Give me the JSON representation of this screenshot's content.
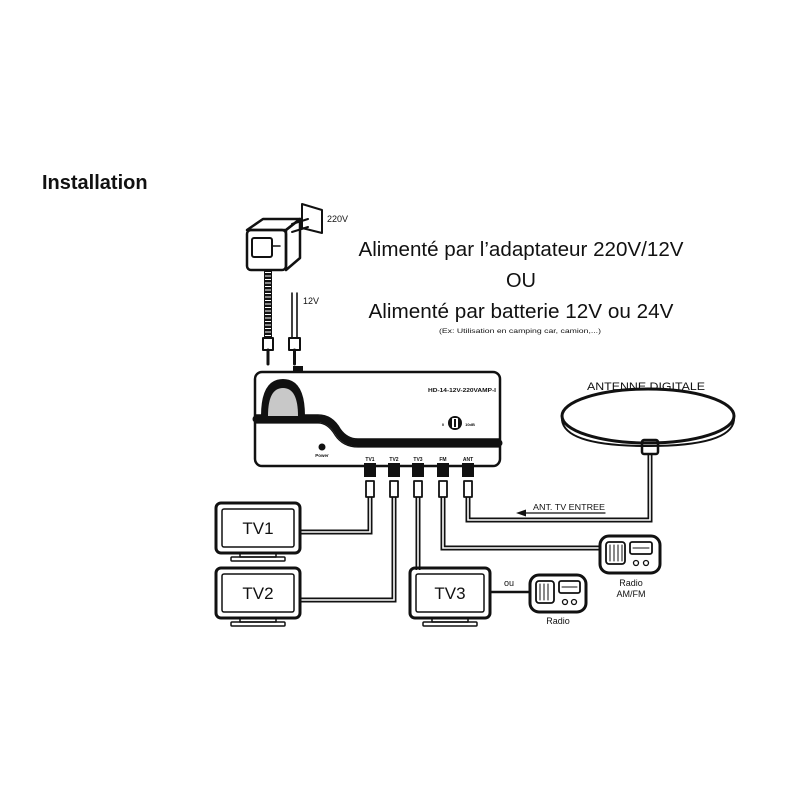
{
  "title": "Installation",
  "power": {
    "adapter_voltage": "220V",
    "battery_voltage": "12V",
    "line1": "Alimenté par l’adaptateur 220V/12V",
    "line2": "OU",
    "line3": "Alimenté par batterie 12V ou 24V",
    "note": "(Ex: Utilisation en camping car, camion,...)"
  },
  "amplifier": {
    "model": "HD-14-12V-220VAMP-I",
    "power_label": "Power",
    "gain_min": "0",
    "gain_max": "10dB",
    "ports": [
      "TV1",
      "TV2",
      "TV3",
      "FM",
      "ANT"
    ]
  },
  "antenna": {
    "label": "ANTENNE DIGITALE",
    "input_label": "ANT. TV ENTREE"
  },
  "devices": {
    "tv1": "TV1",
    "tv2": "TV2",
    "tv3": "TV3",
    "or_label": "ou",
    "radio_amfm_line1": "Radio",
    "radio_amfm_line2": "AM/FM",
    "radio": "Radio"
  },
  "colors": {
    "line": "#111111",
    "band": "#b5b5b5",
    "background": "#ffffff"
  }
}
